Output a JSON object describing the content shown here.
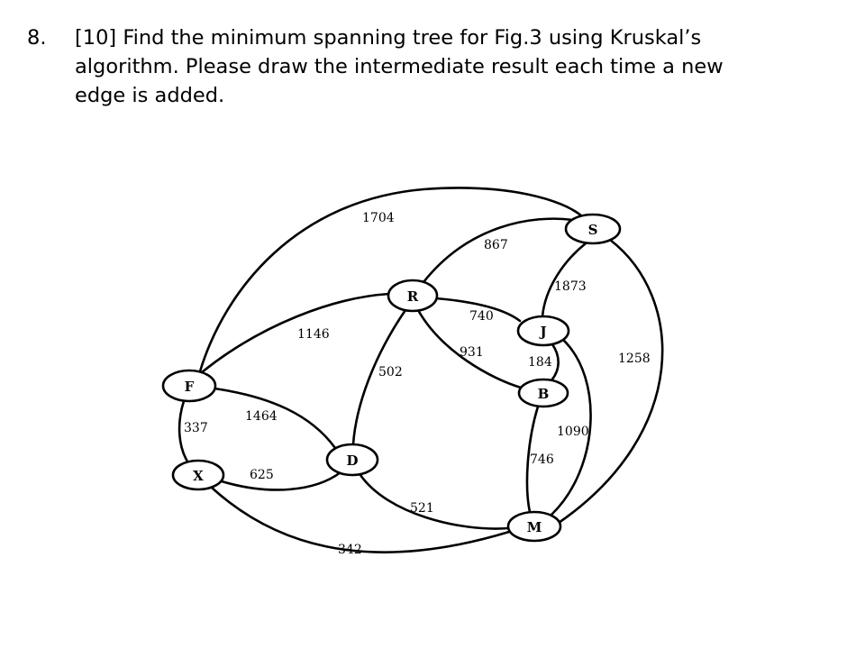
{
  "question": {
    "number": "8.",
    "lines": [
      "[10] Find the minimum spanning tree for Fig.3 using Kruskal’s",
      "algorithm. Please draw the intermediate result each time a new",
      "edge is added."
    ]
  },
  "graph": {
    "nodes": [
      {
        "id": "S",
        "label": "S"
      },
      {
        "id": "R",
        "label": "R"
      },
      {
        "id": "J",
        "label": "J"
      },
      {
        "id": "B",
        "label": "B"
      },
      {
        "id": "F",
        "label": "F"
      },
      {
        "id": "D",
        "label": "D"
      },
      {
        "id": "X",
        "label": "X"
      },
      {
        "id": "M",
        "label": "M"
      }
    ],
    "edges": [
      {
        "from": "F",
        "to": "S",
        "weight": "1704"
      },
      {
        "from": "R",
        "to": "S",
        "weight": "867"
      },
      {
        "from": "S",
        "to": "J",
        "weight": "1873"
      },
      {
        "from": "S",
        "to": "M",
        "weight": "1258"
      },
      {
        "from": "F",
        "to": "R",
        "weight": "1146"
      },
      {
        "from": "R",
        "to": "J",
        "weight": "740"
      },
      {
        "from": "R",
        "to": "B",
        "weight": "931"
      },
      {
        "from": "R",
        "to": "D",
        "weight": "502"
      },
      {
        "from": "J",
        "to": "B",
        "weight": "184"
      },
      {
        "from": "J",
        "to": "M",
        "weight": "1090"
      },
      {
        "from": "B",
        "to": "M",
        "weight": "746"
      },
      {
        "from": "F",
        "to": "D",
        "weight": "1464"
      },
      {
        "from": "F",
        "to": "X",
        "weight": "337"
      },
      {
        "from": "X",
        "to": "D",
        "weight": "625"
      },
      {
        "from": "D",
        "to": "M",
        "weight": "521"
      },
      {
        "from": "X",
        "to": "M",
        "weight": "342"
      }
    ]
  }
}
